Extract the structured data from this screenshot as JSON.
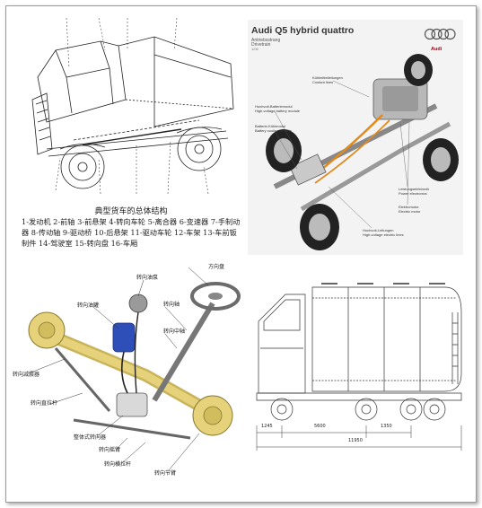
{
  "truck_panel": {
    "title": "典型货车的总体结构",
    "legend": "1-发动机 2-前轴 3-前悬架 4-转向车轮 5-离合器 6-变速器 7-手制动器 8-传动轴 9-驱动桥 10-后悬架 11-驱动车轮 12-车架 13-车前钣制件 14-驾驶室 15-转向盘 16-车厢"
  },
  "audi_panel": {
    "title": "Audi Q5 hybrid quattro",
    "subtitle": "Antriebsstrang",
    "subtitle2": "Drivetrain",
    "code": "1/06",
    "brand": "Audi",
    "labels": {
      "coolant": [
        "Kühlmittelleitungen",
        "Coolant lines"
      ],
      "hv_battery": [
        "Hochvolt-Batteriemodul",
        "High-voltage battery module"
      ],
      "battery_cooling": [
        "Batterie-Kühlmodul",
        "Battery cooling module"
      ],
      "power_electronics": [
        "Leistungselektronik",
        "Power electronics"
      ],
      "electric_motor": [
        "Elektromotor",
        "Electric motor"
      ],
      "hv_lines": [
        "Hochvolt-Leitungen",
        "High-voltage electric lines"
      ]
    }
  },
  "steering_panel": {
    "labels": {
      "steering_wheel": "方向盘",
      "pump": "转向油泵",
      "reservoir": "转向油罐",
      "shaft": "转向轴",
      "intermediate_shaft": "转向中轴",
      "tie_rod_arm": "转向减震器",
      "drag_link": "转向直拉杆",
      "gear": "整体式转向器",
      "pitman": "转向摇臂",
      "cross_rod": "转向横拉杆",
      "knuckle_arm": "转向节臂"
    }
  },
  "tanker_panel": {
    "dims": {
      "d1": "1245",
      "d2": "5600",
      "d3": "1350",
      "overall": "11950"
    }
  },
  "colors": {
    "frame": "#9a9a9a",
    "audi_red": "#b0001a",
    "axle_yellow": "#e6d27a",
    "reservoir_blue": "#2f4fb8",
    "hv_orange": "#e08a1e"
  }
}
